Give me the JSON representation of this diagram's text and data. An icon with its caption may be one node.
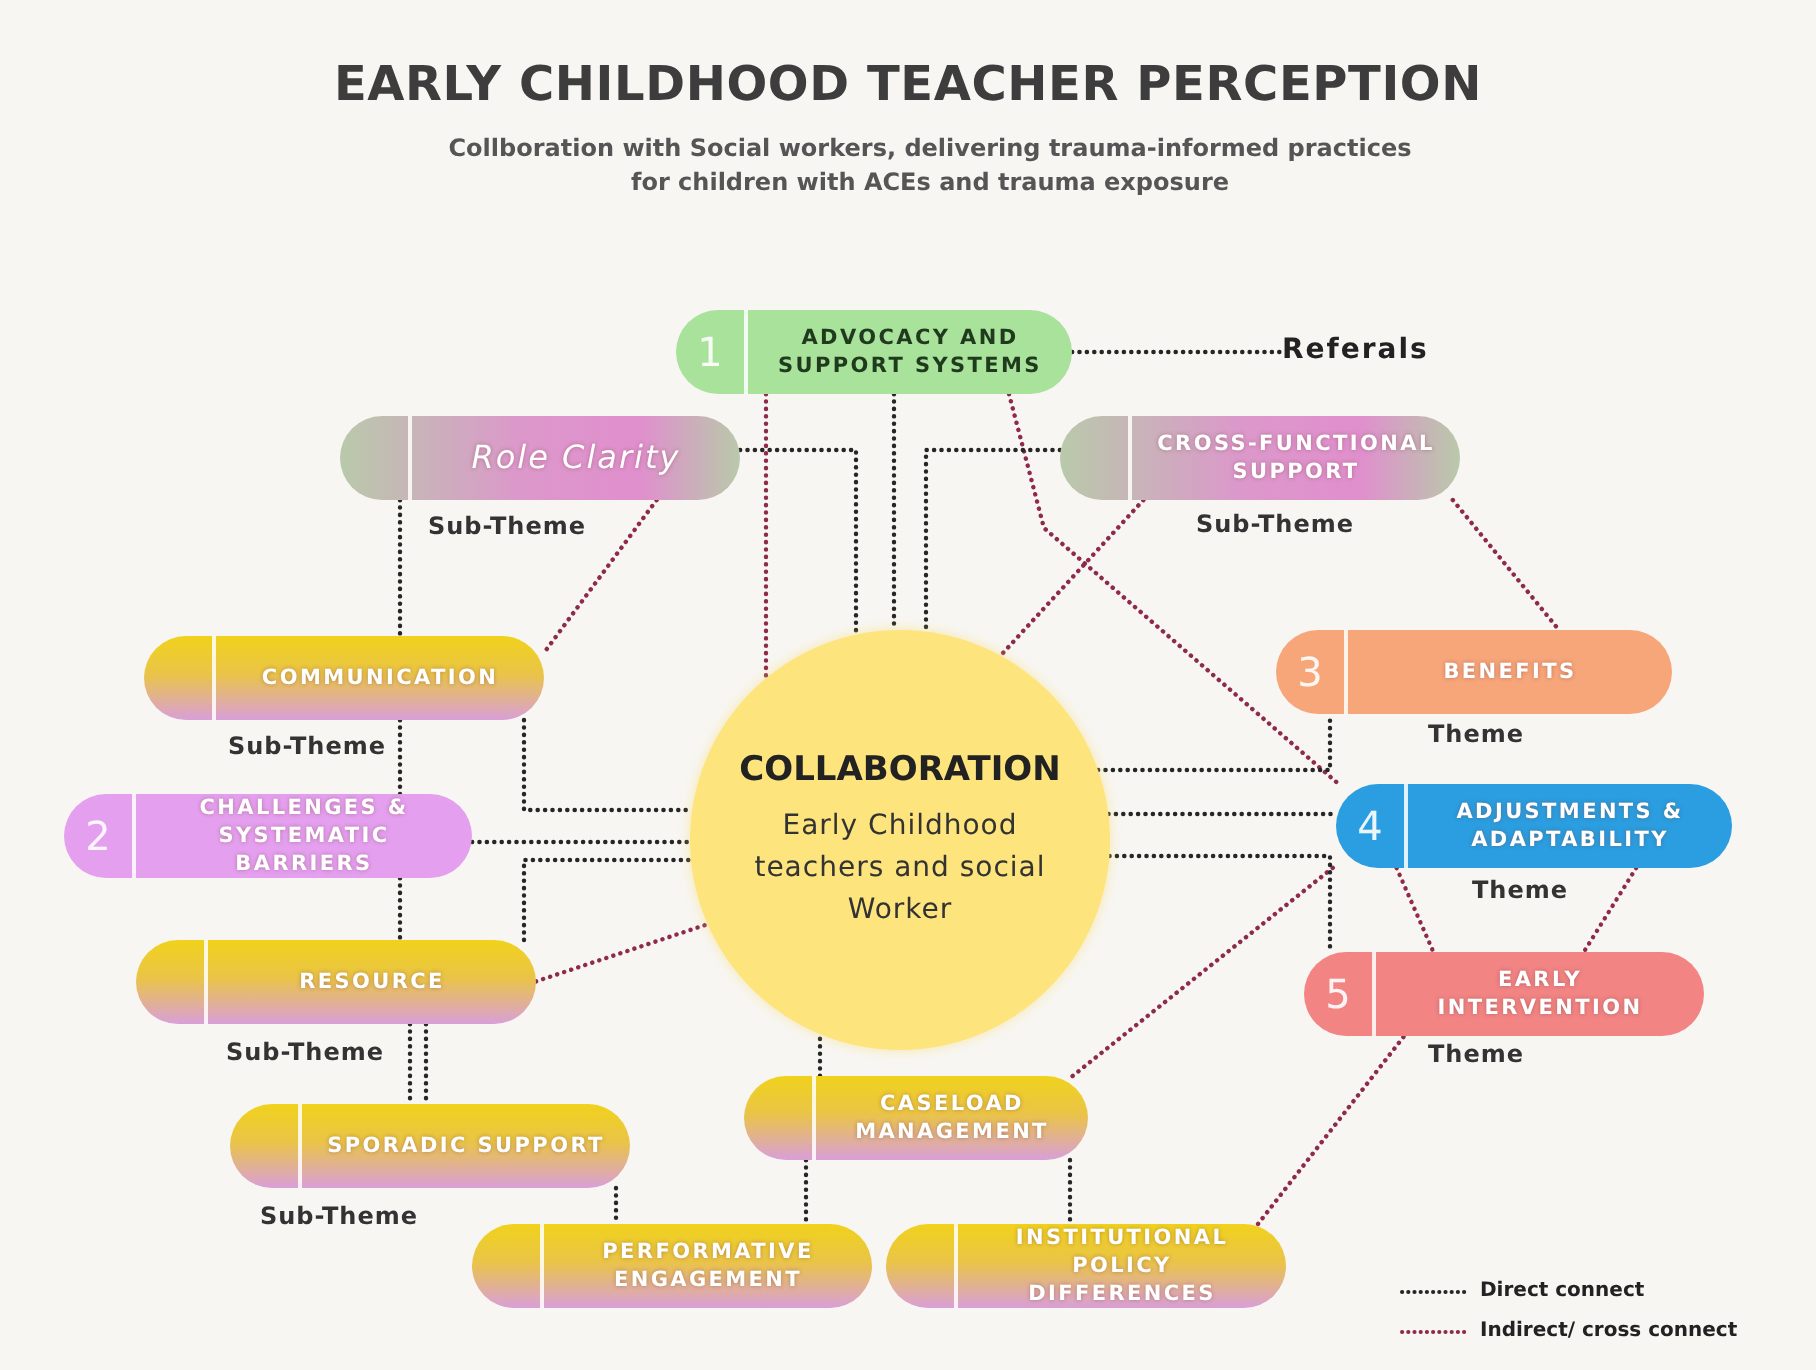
{
  "diagram": {
    "title": "EARLY CHILDHOOD TEACHER PERCEPTION",
    "nodes": [
      {
        "text": [
          "1",
          "ADVOCACY AND SUPPORT SYSTEMS"
        ]
      },
      {
        "text": [
          "Referals"
        ]
      },
      {
        "text": [
          "Role Clarity"
        ],
        "beside": [
          "Sub-Theme"
        ]
      },
      {
        "text": [
          "CROSS-FUNCTIONAL SUPPORT"
        ],
        "beside": [
          "Sub-Theme"
        ]
      },
      {
        "text": [
          "COMMUNICATION"
        ],
        "beside": [
          "Sub-Theme"
        ]
      },
      {
        "text": [
          "3",
          "BENEFITS"
        ],
        "beside": [
          "Theme"
        ]
      },
      {
        "text": [
          "COLLABORATION",
          "Early Childhood teachers and social Worker"
        ]
      },
      {
        "text": [
          "2",
          "CHALLENGES & SYSTEMATIC BARRIERS"
        ]
      },
      {
        "text": [
          "4",
          "ADJUSTMENTS & ADAPTABILITY"
        ],
        "beside": [
          "Theme"
        ]
      },
      {
        "text": [
          "RESOURCE"
        ],
        "beside": [
          "Sub-Theme"
        ]
      },
      {
        "text": [
          "5",
          "EARLY INTERVENTION"
        ],
        "beside": [
          "Theme"
        ]
      },
      {
        "text": [
          "CASELOAD MANAGEMENT"
        ]
      },
      {
        "text": [
          "SPORADIC SUPPORT"
        ],
        "beside": [
          "Sub-Theme"
        ]
      },
      {
        "text": [
          "PERFORMATIVE ENGAGEMENT"
        ]
      },
      {
        "text": [
          "INSTITUTIONAL POLICY DIFFERENCES"
        ]
      }
    ],
    "edges": [
      {
        "from": 0,
        "to": 1,
        "arrow": "none"
      },
      {
        "from": 0,
        "to": 6,
        "arrow": "none"
      },
      {
        "from": 0,
        "to": 6,
        "arrow": "none",
        "color": "#8e2a4a"
      },
      {
        "from": 0,
        "to": 8,
        "arrow": "none",
        "color": "#8e2a4a"
      },
      {
        "from": 2,
        "to": 4,
        "arrow": "none"
      },
      {
        "from": 2,
        "to": 4,
        "arrow": "none",
        "color": "#8e2a4a"
      },
      {
        "from": 2,
        "to": 6,
        "arrow": "none"
      },
      {
        "from": 3,
        "to": 6,
        "arrow": "none"
      },
      {
        "from": 3,
        "to": 6,
        "arrow": "none",
        "color": "#8e2a4a"
      },
      {
        "from": 3,
        "to": 5,
        "arrow": "none",
        "color": "#8e2a4a"
      },
      {
        "from": 4,
        "to": 7,
        "arrow": "none"
      },
      {
        "from": 4,
        "to": 6,
        "arrow": "none"
      },
      {
        "from": 7,
        "to": 6,
        "arrow": "none"
      },
      {
        "from": 7,
        "to": 9,
        "arrow": "none"
      },
      {
        "from": 9,
        "to": 6,
        "arrow": "none"
      },
      {
        "from": 9,
        "to": 6,
        "arrow": "none",
        "color": "#8e2a4a"
      },
      {
        "from": 9,
        "to": 12,
        "arrow": "none"
      },
      {
        "from": 9,
        "to": 12,
        "arrow": "none"
      },
      {
        "from": 12,
        "to": 13,
        "arrow": "none"
      },
      {
        "from": 11,
        "to": 13,
        "arrow": "none"
      },
      {
        "from": 11,
        "to": 6,
        "arrow": "none"
      },
      {
        "from": 11,
        "to": 8,
        "arrow": "none",
        "color": "#8e2a4a"
      },
      {
        "from": 11,
        "to": 14,
        "arrow": "none"
      },
      {
        "from": 14,
        "to": 10,
        "arrow": "none",
        "color": "#8e2a4a"
      },
      {
        "from": 6,
        "to": 5,
        "arrow": "none"
      },
      {
        "from": 6,
        "to": 8,
        "arrow": "none"
      },
      {
        "from": 6,
        "to": 10,
        "arrow": "none"
      },
      {
        "from": 8,
        "to": 10,
        "arrow": "none",
        "color": "#8e2a4a"
      },
      {
        "from": 8,
        "to": 10,
        "arrow": "none",
        "color": "#8e2a4a"
      }
    ],
    "labels": [
      "Collboration with Social workers, delivering trauma-informed practices for children with ACEs and trauma exposure"
    ],
    "legend": [
      {
        "text": "Direct connect"
      },
      {
        "text": "Indirect/ cross connect"
      }
    ]
  }
}
